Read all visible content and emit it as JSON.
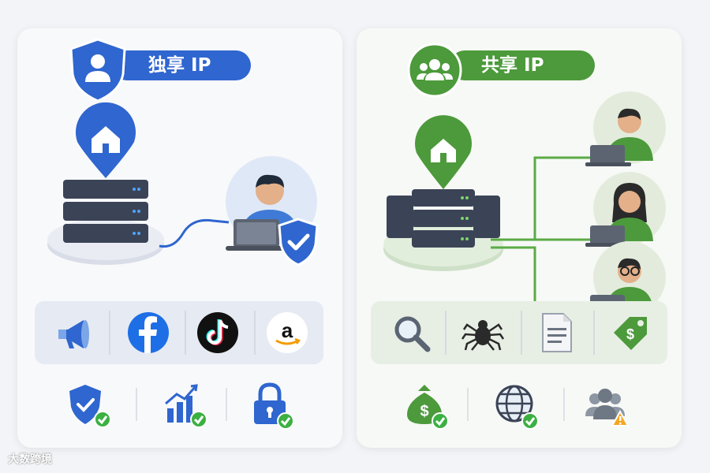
{
  "left": {
    "title": "独享 IP"
  },
  "right": {
    "title": "共享 IP"
  },
  "watermark": "大数跨境",
  "colors": {
    "blue": "#2f66cf",
    "green": "#4c9a3b",
    "server": "#3b4456",
    "check": "#3cb043",
    "warning": "#f5a623"
  },
  "icons": {
    "left_strip": [
      "megaphone-icon",
      "facebook-icon",
      "tiktok-icon",
      "amazon-icon"
    ],
    "left_bottom": [
      "shield-check-icon",
      "growth-chart-icon",
      "lock-icon"
    ],
    "right_strip": [
      "search-icon",
      "spider-icon",
      "document-icon",
      "price-tag-icon"
    ],
    "right_bottom": [
      "money-bag-icon",
      "globe-icon",
      "users-warning-icon"
    ]
  }
}
